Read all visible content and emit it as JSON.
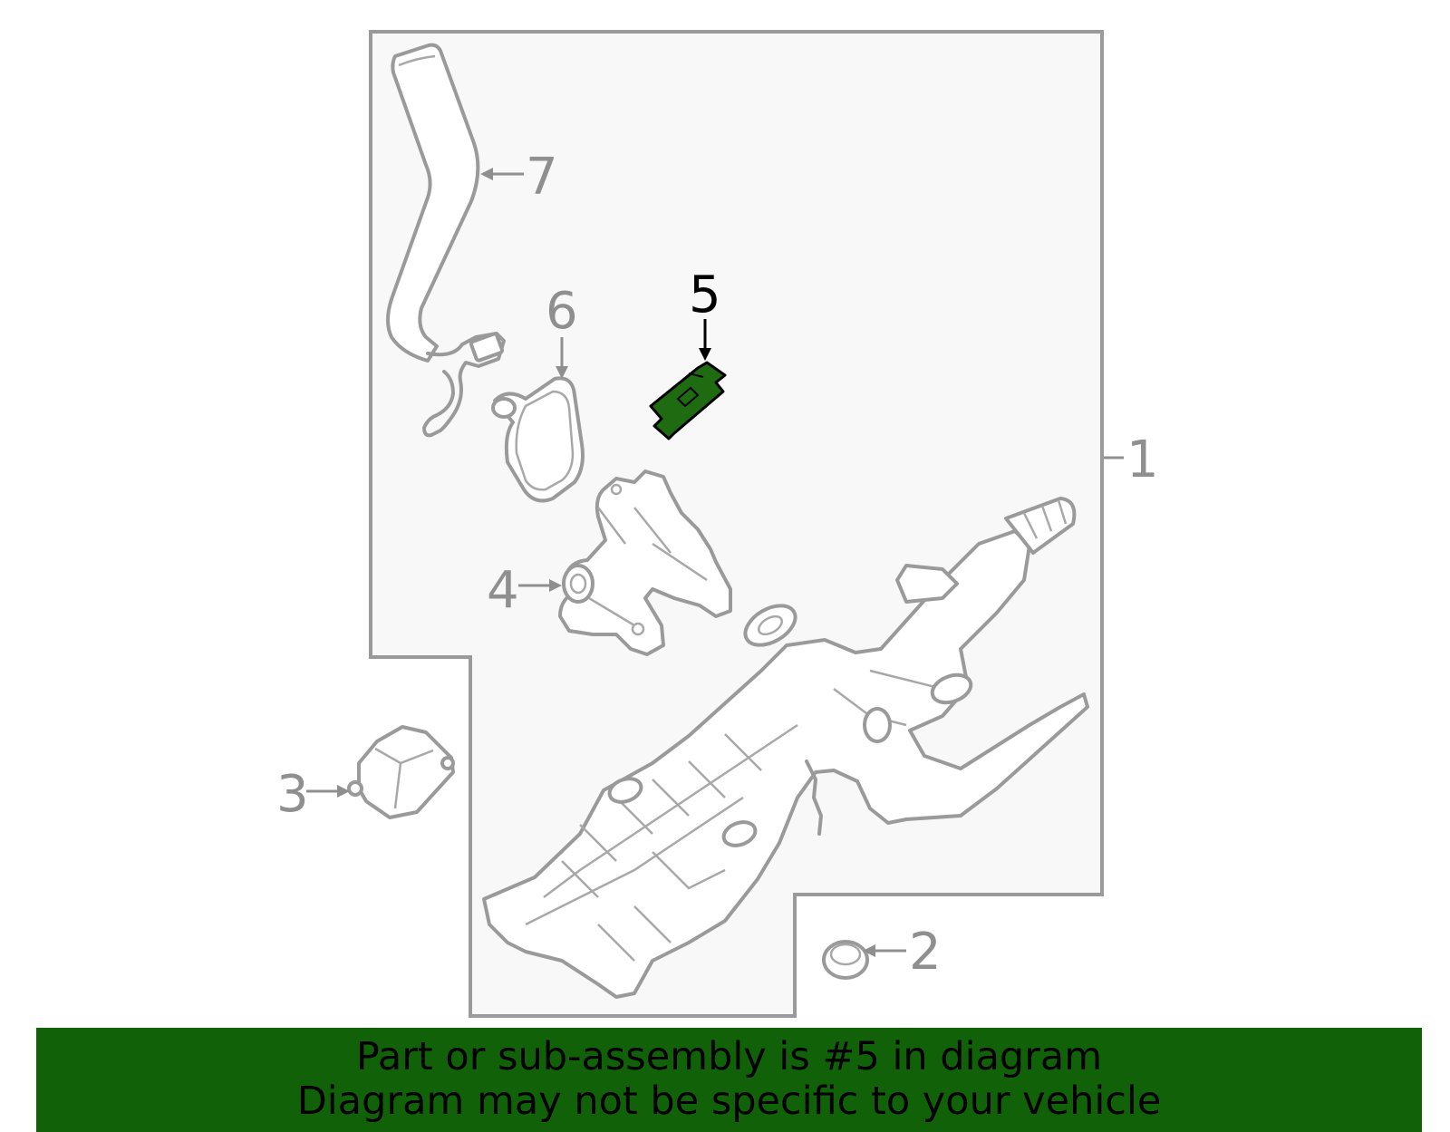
{
  "callouts": [
    {
      "number": "1"
    },
    {
      "number": "2"
    },
    {
      "number": "3"
    },
    {
      "number": "4"
    },
    {
      "number": "5",
      "highlighted": true
    },
    {
      "number": "6"
    },
    {
      "number": "7"
    }
  ],
  "banner": {
    "line1": "Part or sub-assembly is #5 in diagram",
    "line2": "Diagram may not be specific to your vehicle"
  },
  "colors": {
    "highlight_part": "#1f6b12",
    "banner_background": "#116109",
    "outline": "#9a9a9a",
    "panel_background": "#f8f8f8"
  }
}
